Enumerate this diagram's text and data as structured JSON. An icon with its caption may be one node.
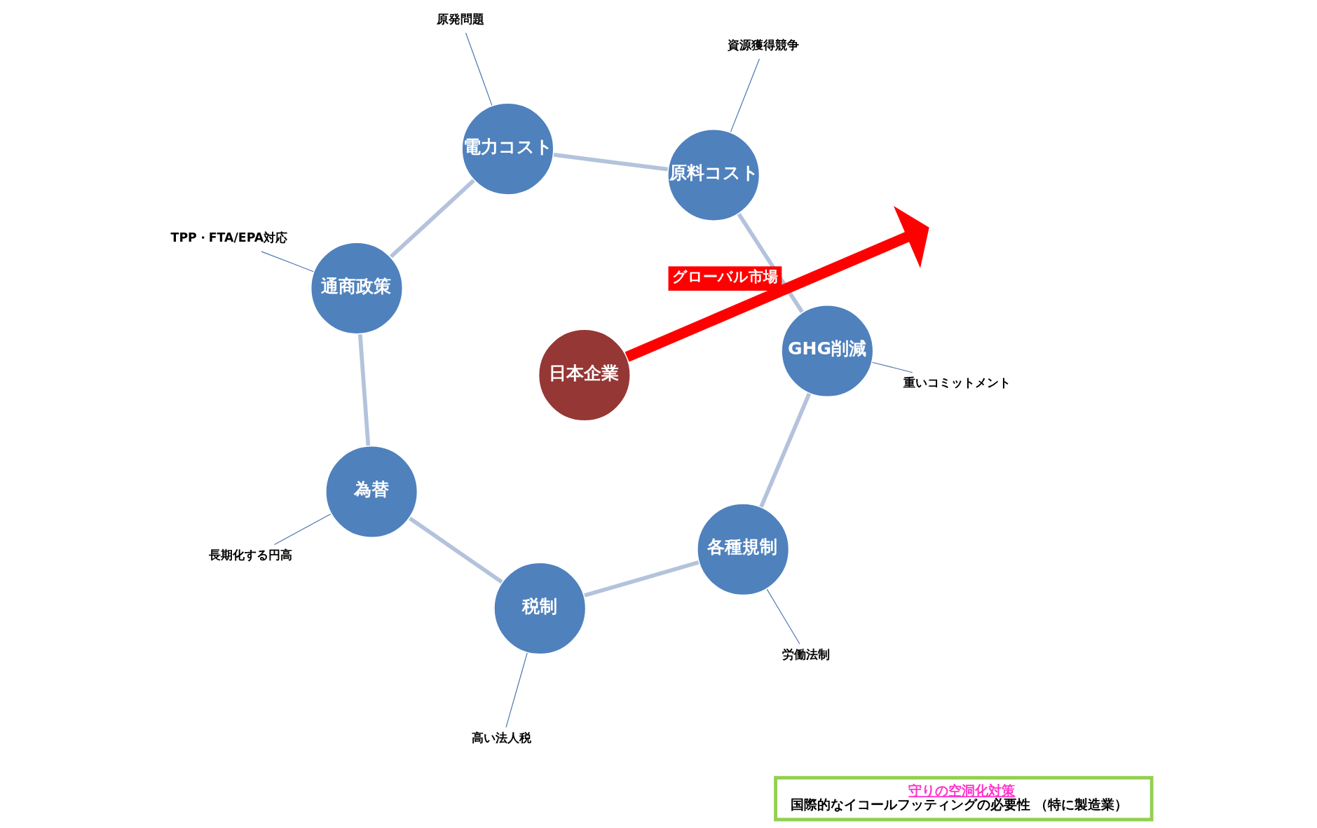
{
  "diagram": {
    "nodes": [
      {
        "text": [
          "税制"
        ]
      },
      {
        "text": [
          "各種規制"
        ]
      },
      {
        "text": [
          "GHG削減"
        ]
      },
      {
        "text": [
          "原料コスト"
        ]
      },
      {
        "text": [
          "電力コスト"
        ]
      },
      {
        "text": [
          "通商政策"
        ]
      },
      {
        "text": [
          "為替"
        ]
      },
      {
        "text": [
          "日本企業"
        ]
      },
      {
        "text": [
          "高い法人税"
        ]
      },
      {
        "text": [
          "労働法制"
        ]
      },
      {
        "text": [
          "重いコミットメント"
        ]
      },
      {
        "text": [
          "資源獲得競争"
        ]
      },
      {
        "text": [
          "原発問題"
        ]
      },
      {
        "text": [
          "TPP・FTA/EPA対応"
        ]
      },
      {
        "text": [
          "長期化する円高"
        ]
      },
      {
        "text": [
          "守りの空洞化対策",
          "国際的なイコールフッティングの必要性 （特に製造業）"
        ]
      }
    ],
    "edges": [
      {
        "from": 0,
        "to": 1,
        "arrow": "none"
      },
      {
        "from": 1,
        "to": 2,
        "arrow": "none"
      },
      {
        "from": 2,
        "to": 3,
        "arrow": "none"
      },
      {
        "from": 3,
        "to": 4,
        "arrow": "none"
      },
      {
        "from": 4,
        "to": 5,
        "arrow": "none"
      },
      {
        "from": 5,
        "to": 6,
        "arrow": "none"
      },
      {
        "from": 6,
        "to": 0,
        "arrow": "none"
      },
      {
        "from": 7,
        "to": null,
        "arrow": "to",
        "label": "グローバル市場",
        "style": "thick",
        "color": "#ff0000"
      },
      {
        "from": 8,
        "to": 0,
        "arrow": "none",
        "color": "#4a72b0"
      },
      {
        "from": 9,
        "to": 1,
        "arrow": "none",
        "color": "#4a72b0"
      },
      {
        "from": 10,
        "to": 2,
        "arrow": "none",
        "color": "#4a72b0"
      },
      {
        "from": 11,
        "to": 3,
        "arrow": "none",
        "color": "#4a72b0"
      },
      {
        "from": 12,
        "to": 4,
        "arrow": "none",
        "color": "#4a72b0"
      },
      {
        "from": 13,
        "to": 5,
        "arrow": "none",
        "color": "#4a72b0"
      },
      {
        "from": 14,
        "to": 6,
        "arrow": "none",
        "color": "#4a72b0"
      }
    ]
  }
}
